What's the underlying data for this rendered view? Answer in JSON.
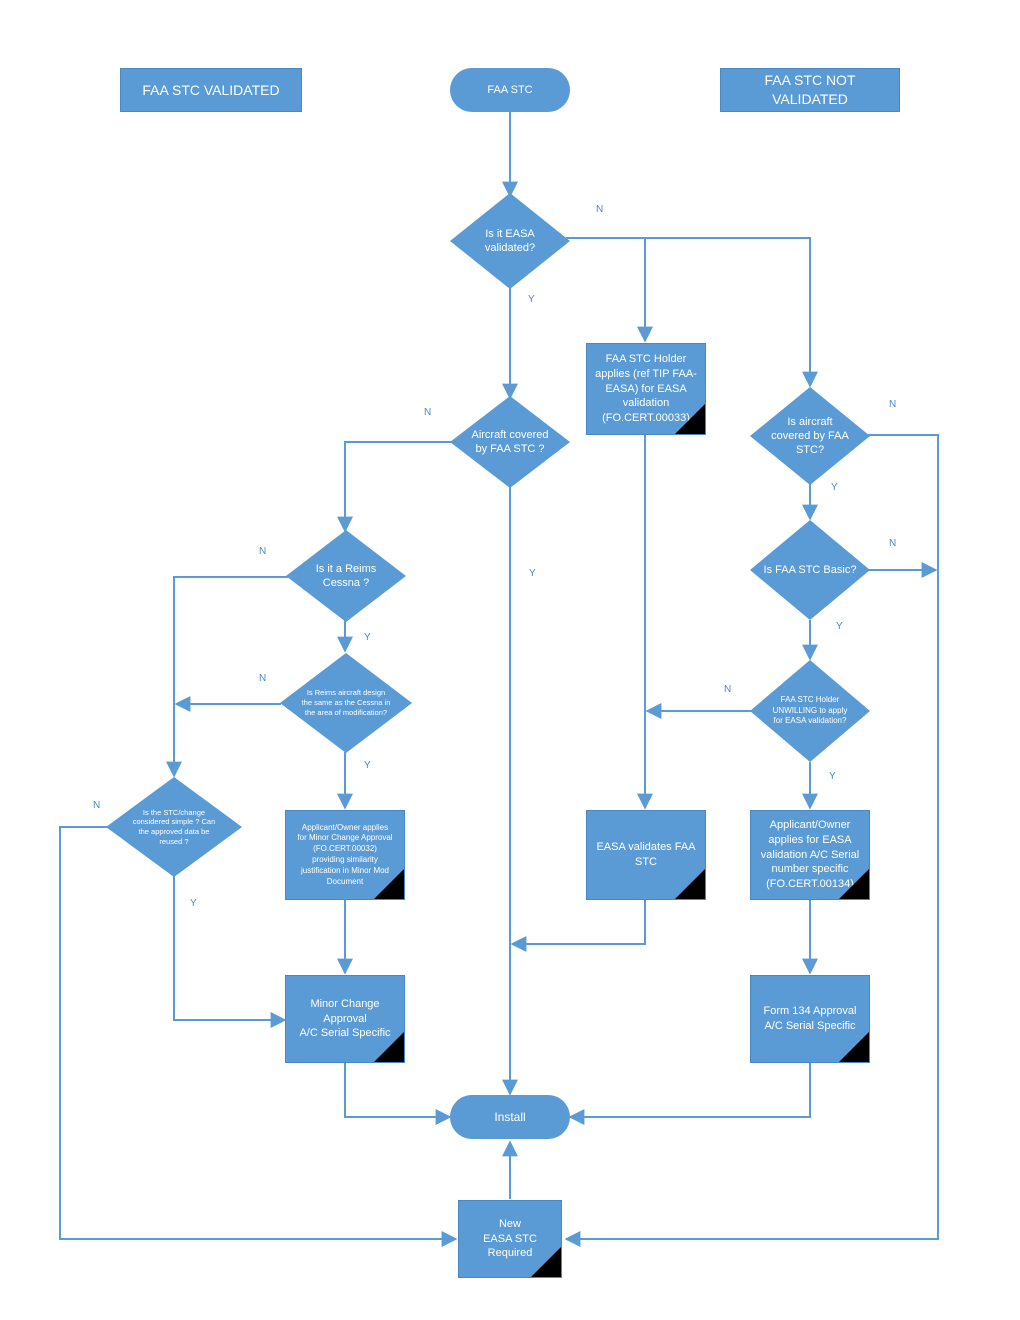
{
  "headers": {
    "left": "FAA STC VALIDATED",
    "right_line1": "FAA STC NOT",
    "right_line2": "VALIDATED"
  },
  "terminals": {
    "start": "FAA STC",
    "install": "Install"
  },
  "decisions": {
    "easa_validated": [
      "Is it EASA",
      "validated?"
    ],
    "aircraft_covered": [
      "Aircraft covered",
      "by FAA STC ?"
    ],
    "reims_cessna": [
      "Is it a Reims",
      "Cessna ?"
    ],
    "reims_design": [
      "Is Reims aircraft design",
      "the same as the Cessna in",
      "the area of modification?"
    ],
    "stc_simple": [
      "Is the STC/change",
      "considered simple ? Can",
      "the approved data be",
      "reused ?"
    ],
    "aircraft_covered_right": [
      "Is aircraft",
      "covered by FAA",
      "STC?"
    ],
    "stc_basic": [
      "Is FAA STC Basic?"
    ],
    "holder_unwilling": [
      "FAA STC Holder",
      "UNWILLING to apply",
      "for EASA validation?"
    ]
  },
  "processes": {
    "holder_applies": [
      "FAA STC Holder",
      "applies (ref TIP FAA-",
      "EASA) for EASA",
      "validation",
      "(FO.CERT.00033)"
    ],
    "easa_validates": [
      "EASA validates FAA",
      "STC"
    ],
    "applicant_minor": [
      "Applicant/Owner applies",
      "for Minor Change Approval",
      "(FO.CERT.00032)",
      "providing similarity",
      "justification in Minor Mod",
      "Document"
    ],
    "minor_change": [
      "Minor Change",
      "Approval",
      "A/C Serial Specific"
    ],
    "applicant_easa": [
      "Applicant/Owner",
      "applies for EASA",
      "validation A/C Serial",
      "number specific",
      "(FO.CERT.00134)"
    ],
    "form134": [
      "Form 134 Approval",
      "A/C Serial Specific"
    ],
    "new_stc": [
      "New",
      "EASA STC",
      "Required"
    ]
  },
  "edge_labels": {
    "n": "N",
    "y": "Y"
  },
  "colors": {
    "shape_fill": "#5b9bd5",
    "connector": "#5b9bd5",
    "label": "#4a88c2",
    "corner_mark": "#000000"
  }
}
